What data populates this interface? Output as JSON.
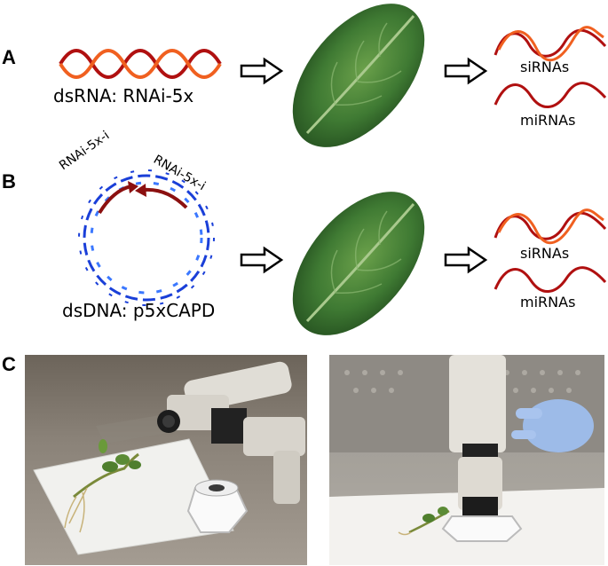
{
  "panels": {
    "a": {
      "letter": "A",
      "input_label": "dsRNA: RNAi-5x",
      "output_labels": [
        "siRNAs",
        "miRNAs"
      ]
    },
    "b": {
      "letter": "B",
      "input_label": "dsDNA: p5xCAPD",
      "plasmid_labels": [
        "RNAi-5x-i",
        "RNAi-5x-i"
      ],
      "output_labels": [
        "siRNAs",
        "miRNAs"
      ]
    },
    "c": {
      "letter": "C"
    }
  },
  "colors": {
    "rna_dark_red": "#b01010",
    "rna_orange": "#f06020",
    "dna_blue": "#1a3fd8",
    "dna_light_blue": "#3b78ff",
    "leaf_green": "#3f7a33",
    "arrow_dark_red": "#8b1010"
  },
  "icons": {
    "flow_arrow": "hollow-right-arrow-icon"
  }
}
